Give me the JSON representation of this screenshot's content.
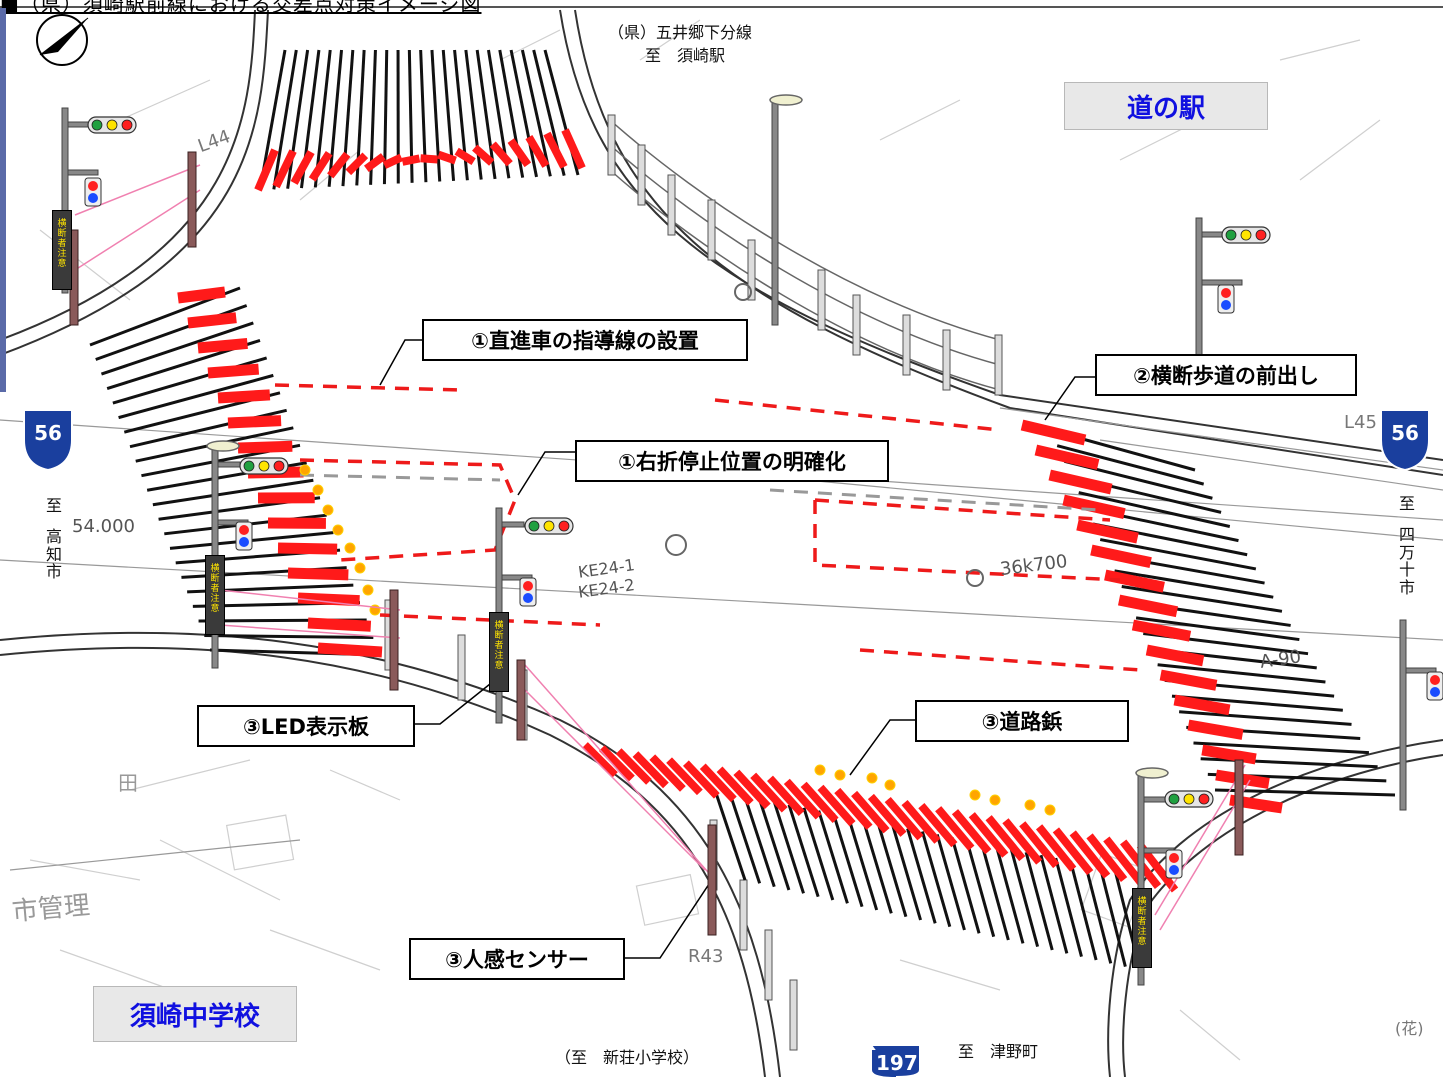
{
  "header": {
    "caption": "■（県）須崎駅前線における交差点対策イメージ図"
  },
  "destinations": {
    "north_road": "（県）五井郷下分線",
    "north_dest": "至　須崎駅",
    "west_to": "至",
    "west_city": "高知市",
    "east_to": "至",
    "east_city": "四万十市",
    "south_west": "（至　新荘小学校）",
    "south_east": "至　津野町"
  },
  "facilities": {
    "michi_no_eki": "道の駅",
    "school": "須崎中学校"
  },
  "callouts": {
    "guide_lines": "①直進車の指導線の設置",
    "right_turn_stop": "①右折停止位置の明確化",
    "crosswalk_forward": "②横断歩道の前出し",
    "led_board": "③LED表示板",
    "road_studs": "③道路鋲",
    "motion_sensor": "③人感センサー"
  },
  "route_shields": {
    "west_route": "56",
    "east_route": "56",
    "south_route": "197"
  },
  "map_text": {
    "chainage": "36k700",
    "ke1": "KE24-1",
    "ke2": "KE24-2",
    "station": "54.000",
    "l44": "L44",
    "l45": "L45",
    "r43": "R43",
    "a90": "A-90",
    "ta": "田",
    "city_mgmt": "市管理",
    "hana": "(花)"
  },
  "sign_text": "横断者注意",
  "colors": {
    "stripe_red": "#ff1a1a",
    "stripe_black": "#111111",
    "callout_border": "#000000",
    "facility_text": "#1010e0",
    "facility_fill": "#e8e8e8",
    "shield_blue": "#1a3f9e",
    "signal_red": "#ff2020",
    "signal_yellow": "#ffe400",
    "signal_green": "#20a040",
    "signal_blue": "#1a4cff",
    "sign_board": "#3a3a3a",
    "sign_text": "#ffe400",
    "stud_orange": "#ffa500"
  }
}
